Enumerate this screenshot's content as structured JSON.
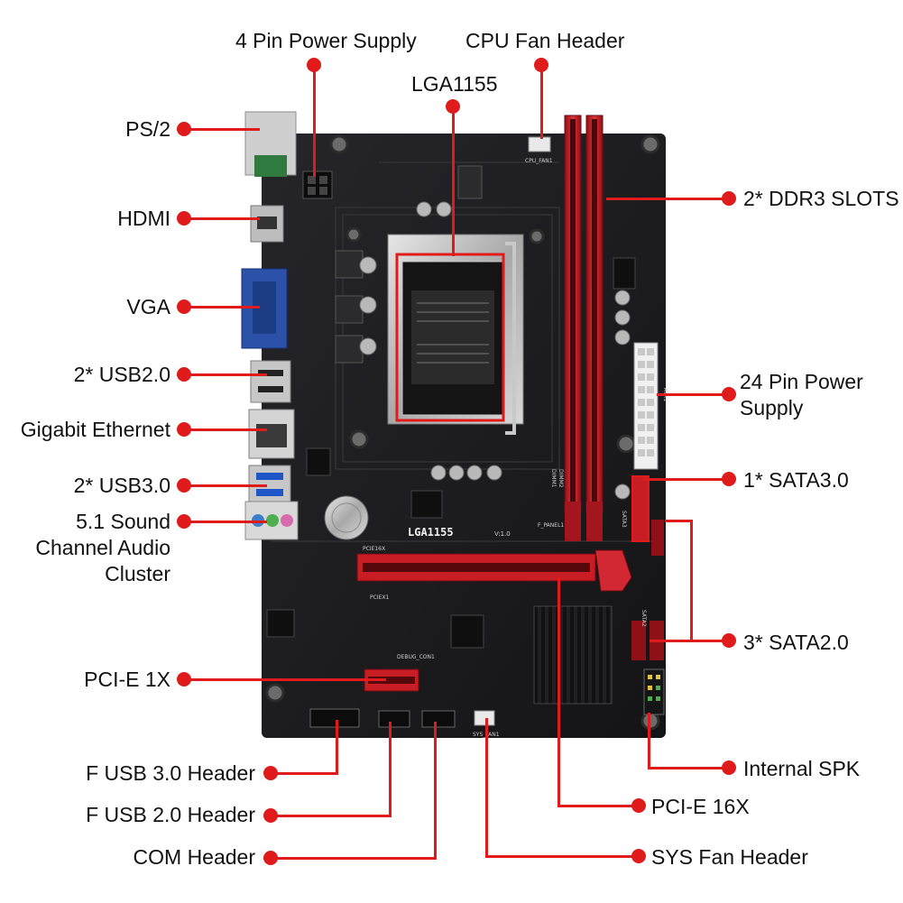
{
  "diagram": {
    "labels": {
      "four_pin_power": "4 Pin Power Supply",
      "cpu_fan": "CPU Fan Header",
      "lga_top": "LGA1155",
      "ps2": "PS/2",
      "hdmi": "HDMI",
      "vga": "VGA",
      "usb20": "2* USB2.0",
      "ethernet": "Gigabit Ethernet",
      "usb30": "2* USB3.0",
      "audio": "5.1 Sound Channel Audio Cluster",
      "pcie1x": "PCI-E 1X",
      "f_usb30": "F USB 3.0 Header",
      "f_usb20": "F USB 2.0 Header",
      "com": "COM Header",
      "ddr3": "2* DDR3 SLOTS",
      "power24": "24 Pin Power Supply",
      "sata3": "1* SATA3.0",
      "sata2": "3* SATA2.0",
      "spk": "Internal SPK",
      "pcie16x": "PCI-E 16X",
      "sys_fan": "SYS Fan Header"
    },
    "board_silkscreen": {
      "chip": "LGA1155",
      "version": "V:1.0",
      "pcie16": "PCIE16X",
      "pcie1": "PCIEX1",
      "debug": "DEBUG_CON1",
      "atx": "ATX1",
      "dimm1": "DIMM1",
      "dimm2": "DIMM2",
      "sata_a": "SATA3",
      "sata_b": "SATA2",
      "cpu_fan_sk": "CPU_FAN1",
      "sys_fan_sk": "SYS_FAN1",
      "f_panel": "F_PANEL1"
    },
    "colors": {
      "accent": "#e01b1b",
      "pcb": "#1b1b1d",
      "slot_red": "#c81d25"
    }
  }
}
